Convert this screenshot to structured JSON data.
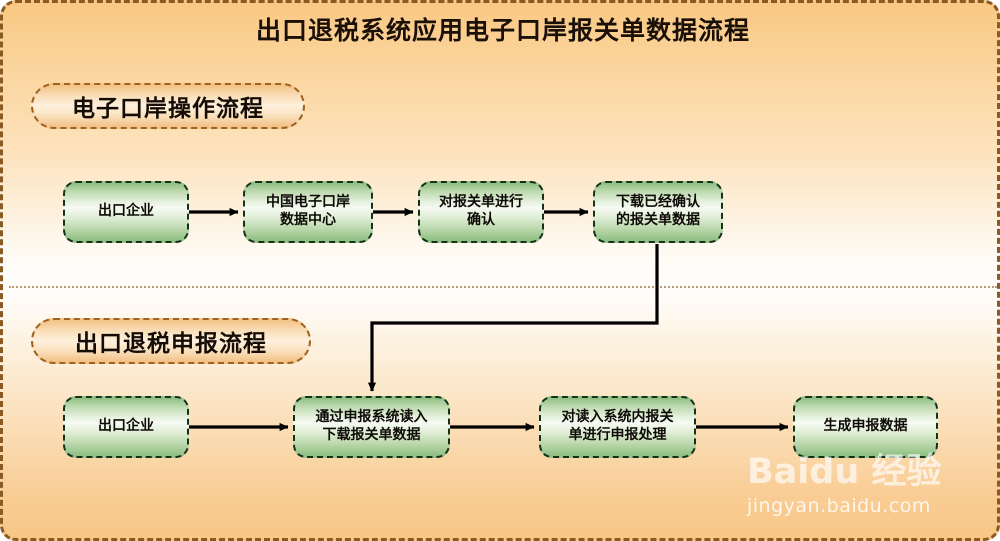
{
  "diagram": {
    "title": "出口退税系统应用电子口岸报关单数据流程",
    "sections": [
      {
        "label": "电子口岸操作流程"
      },
      {
        "label": "出口退税申报流程"
      }
    ],
    "rows": [
      {
        "nodes": [
          {
            "lines": [
              "出口企业"
            ]
          },
          {
            "lines": [
              "中国电子口岸",
              "数据中心"
            ]
          },
          {
            "lines": [
              "对报关单进行",
              "确认"
            ]
          },
          {
            "lines": [
              "下载已经确认",
              "的报关单数据"
            ]
          }
        ]
      },
      {
        "nodes": [
          {
            "lines": [
              "出口企业"
            ]
          },
          {
            "lines": [
              "通过申报系统读入",
              "下载报关单数据"
            ]
          },
          {
            "lines": [
              "对读入系统内报关",
              "单进行申报处理"
            ]
          },
          {
            "lines": [
              "生成申报数据"
            ]
          }
        ]
      }
    ],
    "colors": {
      "background_top": "#f9c883",
      "background_middle": "#fffdf9",
      "background_bottom": "#f8c684",
      "canvas_border": "#8a5a22",
      "node_fill_edge": "#8fbf83",
      "node_fill_center": "#f6faf3",
      "node_border": "#14321a",
      "pill_border": "#a0621f",
      "connector": "#000000",
      "divider": "#b99a78"
    }
  },
  "watermark": {
    "logo": "Baidu 经验",
    "url": "jingyan.baidu.com"
  }
}
